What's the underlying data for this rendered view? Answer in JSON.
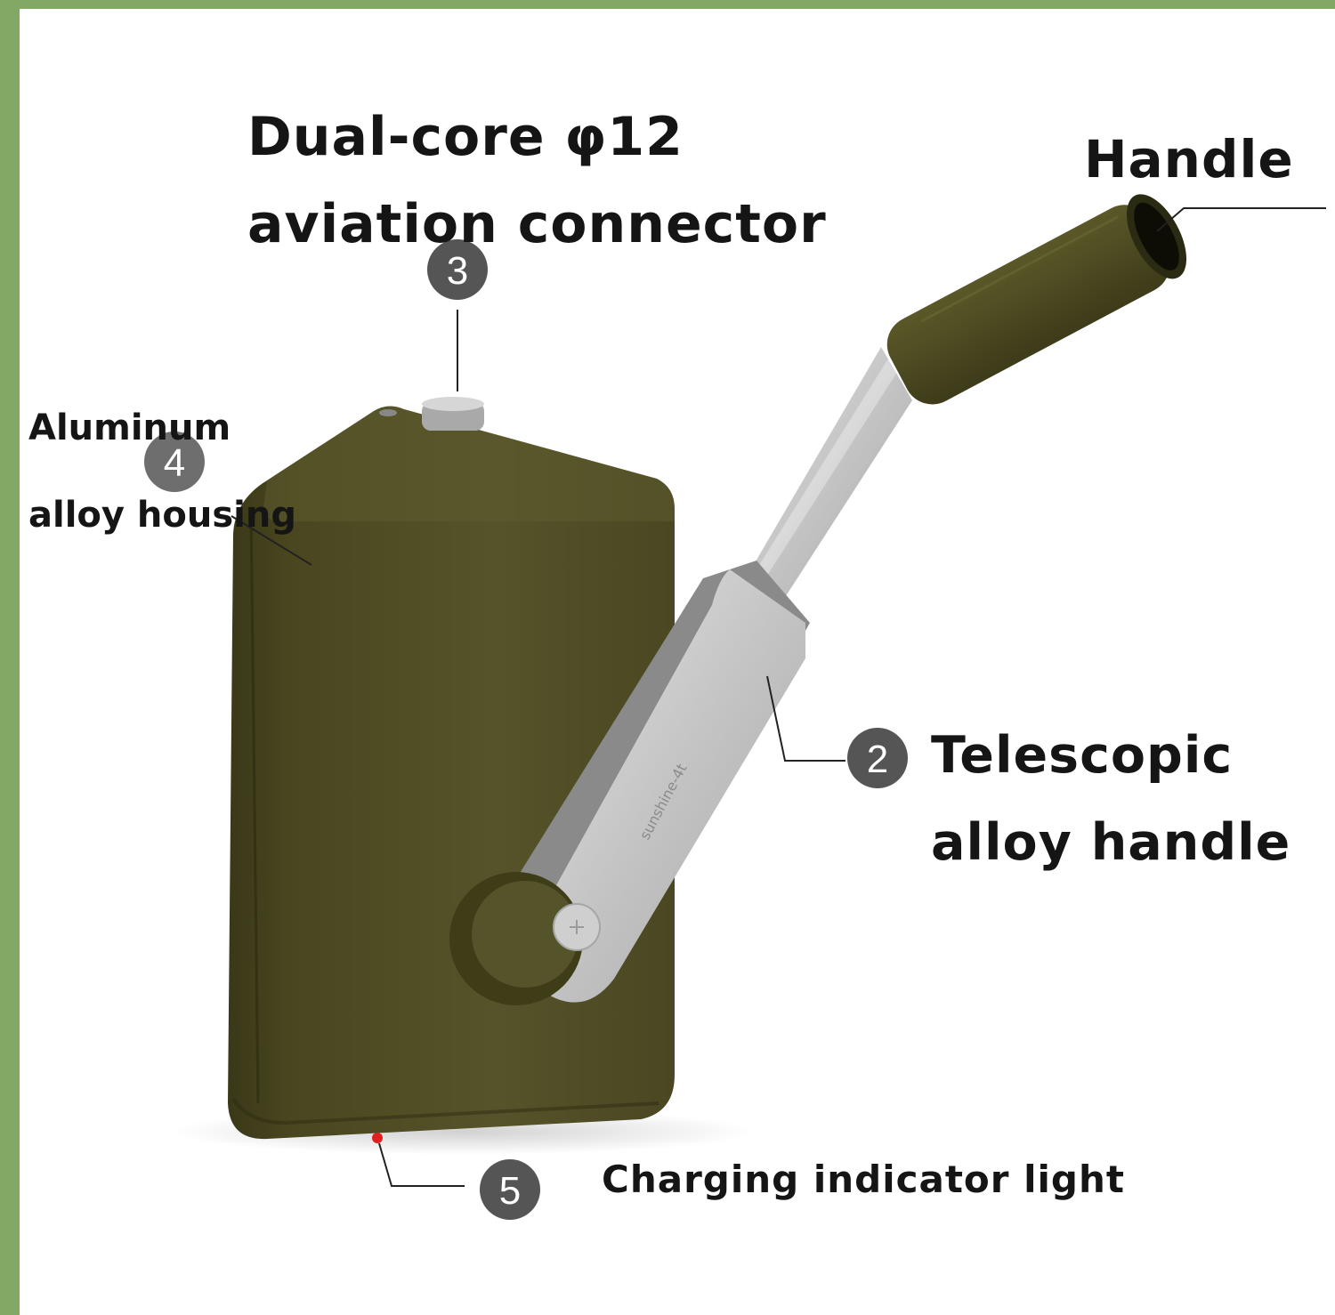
{
  "labels": {
    "connector": {
      "line1": "Dual-core φ12",
      "line2": "aviation connector",
      "number": "3"
    },
    "handle": {
      "text": "Handle"
    },
    "housing": {
      "line1": "Aluminum",
      "line2": "alloy housing",
      "number": "4"
    },
    "telescopic": {
      "line1": "Telescopic",
      "line2": "alloy handle",
      "number": "2"
    },
    "indicator": {
      "text": "Charging indicator light",
      "number": "5"
    }
  },
  "colors": {
    "border": "#82a866",
    "body": "#4f4c22",
    "metal": "#c6c6c6",
    "badge": "#555555",
    "led": "#e02020"
  }
}
